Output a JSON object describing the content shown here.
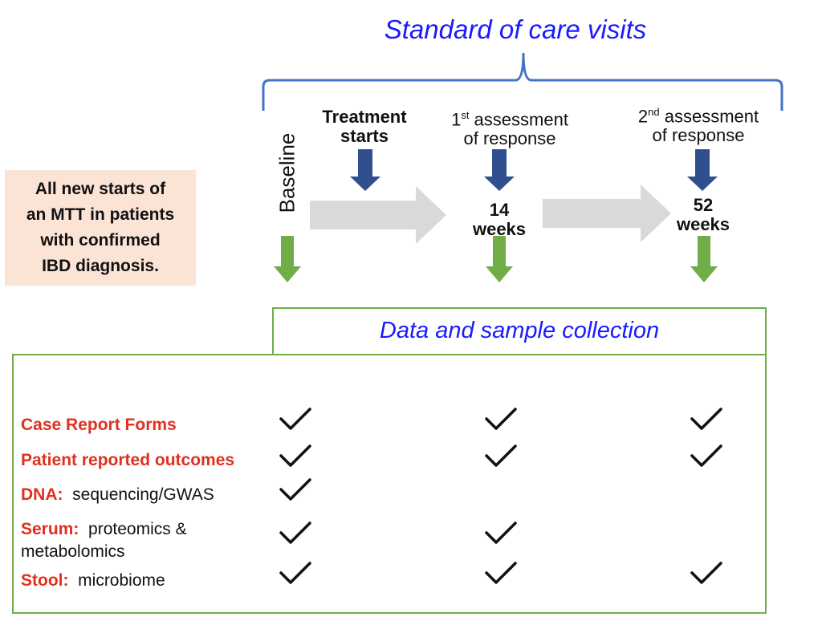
{
  "header": {
    "title": "Standard of care visits"
  },
  "stages": {
    "baseline": "Baseline",
    "treatment": {
      "line1": "Treatment",
      "line2": "starts"
    },
    "first_assessment": {
      "ord": "1",
      "sup": "st",
      "line1_rest": " assessment",
      "line2": "of response",
      "weeks_num": "14",
      "weeks_unit": "weeks"
    },
    "second_assessment": {
      "ord": "2",
      "sup": "nd",
      "line1_rest": " assessment",
      "line2": "of response",
      "weeks_num": "52",
      "weeks_unit": "weeks"
    }
  },
  "inclusion": {
    "line1": "All new starts of",
    "line2": "an MTT in patients",
    "line3": "with confirmed",
    "line4": "IBD diagnosis."
  },
  "collection": {
    "title": "Data and sample collection",
    "rows": [
      {
        "label": "Case Report Forms",
        "detail": "",
        "checks": [
          true,
          true,
          true
        ]
      },
      {
        "label": "Patient reported outcomes",
        "detail": "",
        "checks": [
          true,
          true,
          true
        ]
      },
      {
        "label": "DNA:",
        "detail": "sequencing/GWAS",
        "checks": [
          true,
          false,
          false
        ]
      },
      {
        "label": "Serum:",
        "detail": "proteomics &",
        "detail2": "metabolomics",
        "checks": [
          true,
          true,
          false
        ]
      },
      {
        "label": "Stool:",
        "detail": "microbiome",
        "checks": [
          true,
          true,
          true
        ]
      }
    ]
  },
  "colors": {
    "title_blue": "#1a1aff",
    "brace_blue": "#4472c4",
    "dark_arrow": "#2f4f8f",
    "green_arrow": "#70ad47",
    "grey_arrow": "#d9d9d9",
    "label_red": "#e0301e",
    "box_green": "#70ad47",
    "inclusion_bg": "#fbe3d6"
  },
  "icons": {
    "check": "check-icon"
  }
}
